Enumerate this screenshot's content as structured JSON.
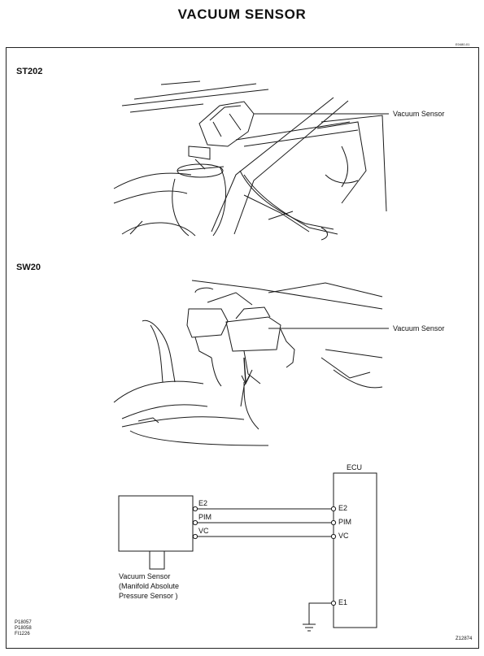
{
  "page": {
    "title": "VACUUM SENSOR",
    "page_code": "E0480-01",
    "drawing_code": "Z12874"
  },
  "sections": [
    {
      "label": "ST202",
      "callout": "Vacuum Sensor"
    },
    {
      "label": "SW20",
      "callout": "Vacuum Sensor"
    }
  ],
  "wiring": {
    "ecu_label": "ECU",
    "sensor_pins": [
      "E2",
      "PIM",
      "VC"
    ],
    "ecu_pins": [
      "E2",
      "PIM",
      "VC",
      "E1"
    ],
    "sensor_caption": [
      "Vacuum Sensor",
      "(Manifold Absolute",
      "Pressure Sensor )"
    ]
  },
  "figure_refs": [
    "P18057",
    "P18058",
    "FI1226"
  ]
}
